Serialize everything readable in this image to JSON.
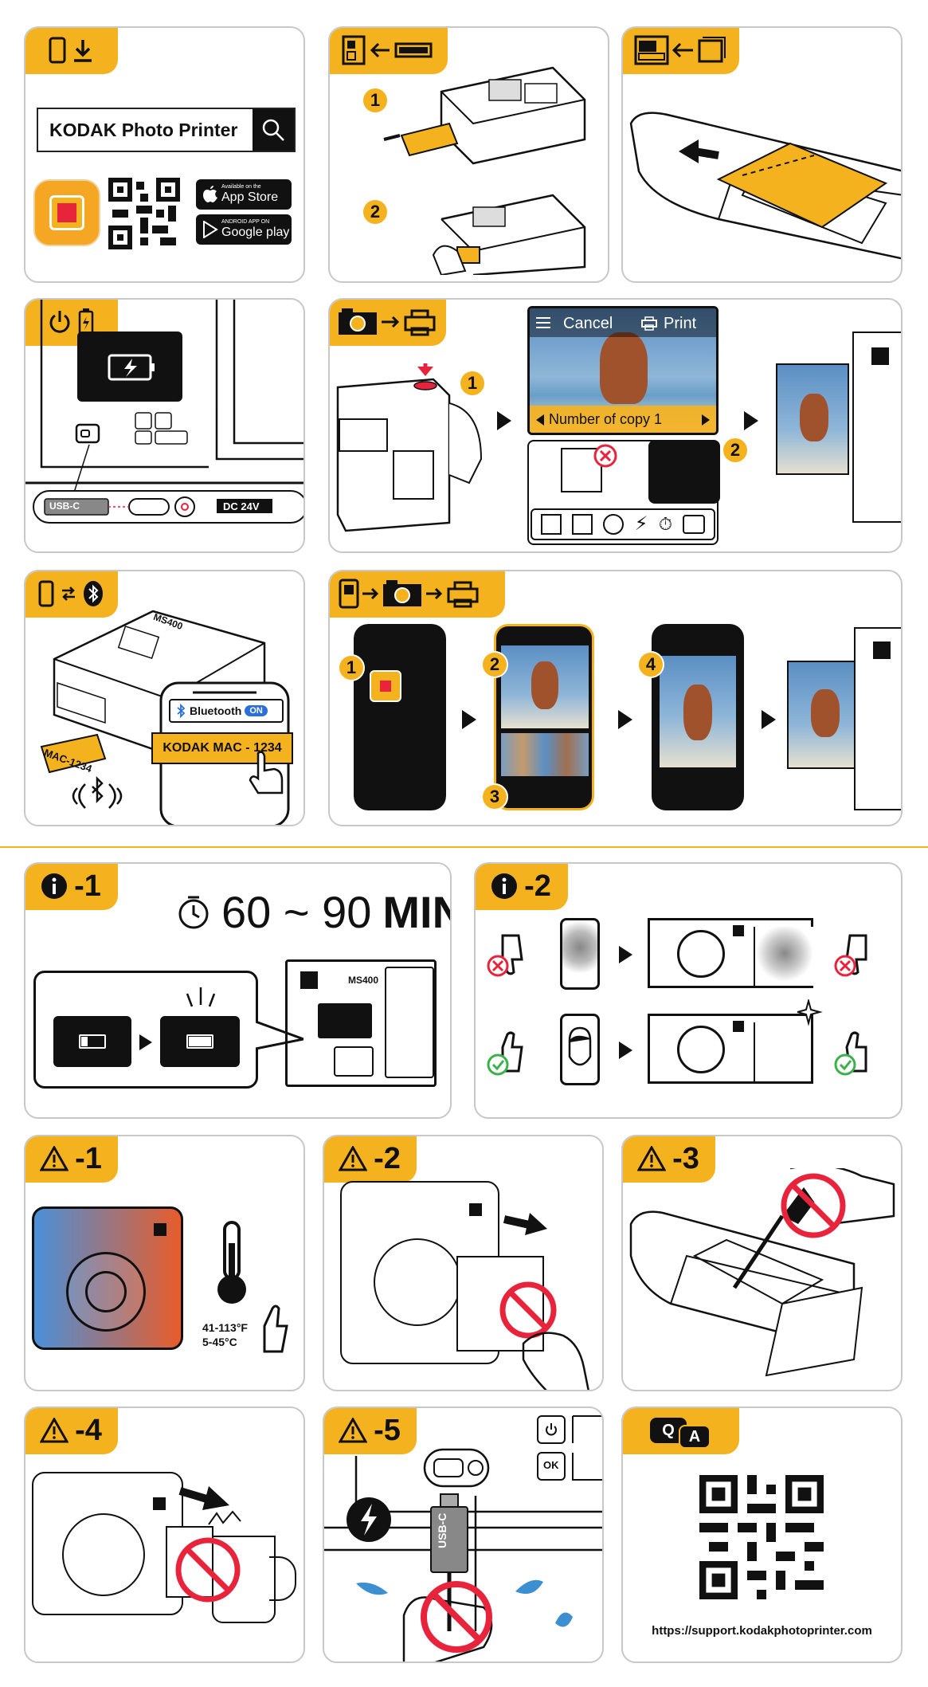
{
  "colors": {
    "accent": "#f5b21f",
    "ink": "#111111",
    "panel_border": "#c8c8c8",
    "error": "#e8243c",
    "ok": "#3cb04a"
  },
  "download": {
    "search_text": "KODAK Photo Printer",
    "app_store_small": "Available on the",
    "app_store_big": "App Store",
    "google_play_small": "ANDROID APP ON",
    "google_play_big": "Google play"
  },
  "load_cartridge": {
    "step1": "1",
    "step2": "2"
  },
  "power": {
    "usb_label": "USB-C",
    "dc_label": "DC 24V"
  },
  "print_from_camera": {
    "cancel": "Cancel",
    "print": "Print",
    "copies": "Number of copy 1",
    "step1": "1",
    "step2": "2"
  },
  "bluetooth": {
    "mac_label": "MAC-1234",
    "bluetooth_label": "Bluetooth",
    "on_label": "ON",
    "device_name": "KODAK MAC - 1234",
    "model_label": "MS400"
  },
  "app_print": {
    "step1": "1",
    "step2": "2",
    "step3": "3",
    "step4": "4"
  },
  "info1": {
    "tab": "-1",
    "time": "60 ~ 90",
    "unit": "MIN",
    "model": "MS400"
  },
  "info2": {
    "tab": "-2"
  },
  "warn1": {
    "tab": "-1",
    "temp_f": "41-113°F",
    "temp_c": "5-45°C"
  },
  "warn2": {
    "tab": "-2"
  },
  "warn3": {
    "tab": "-3"
  },
  "warn4": {
    "tab": "-4"
  },
  "warn5": {
    "tab": "-5",
    "usb_label": "USB-C",
    "ok_label": "OK"
  },
  "qa": {
    "q": "Q",
    "a": "A",
    "url": "https://support.kodakphotoprinter.com"
  }
}
